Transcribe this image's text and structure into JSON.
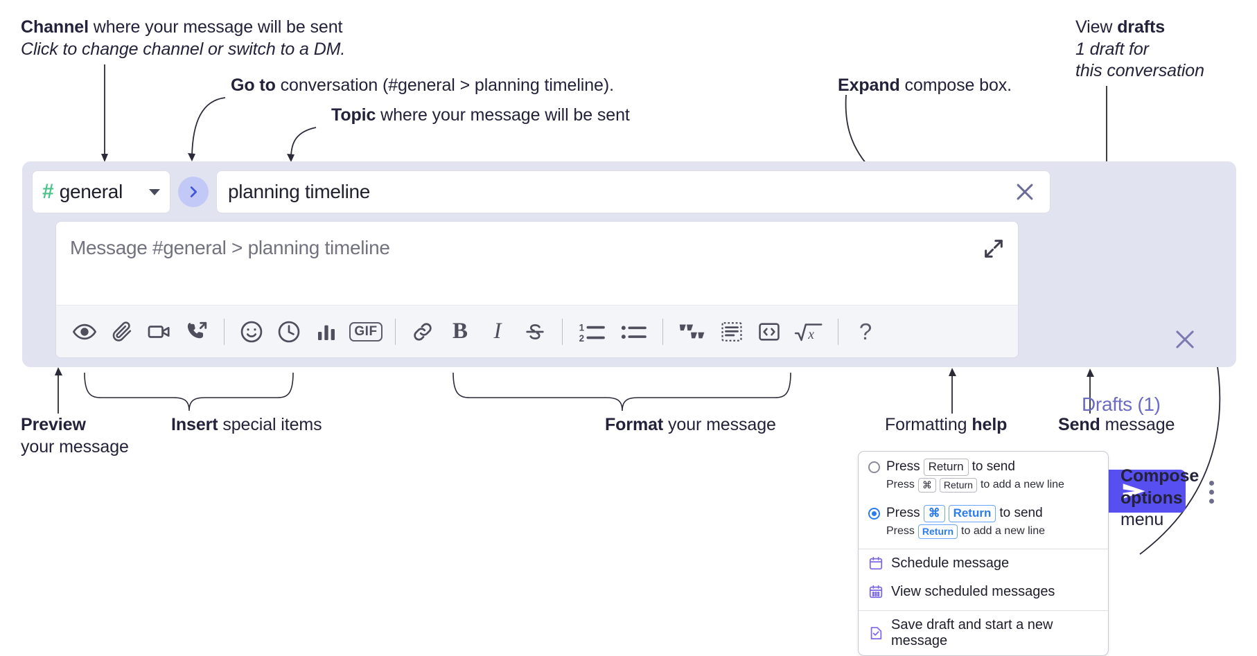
{
  "annotations": {
    "channel": {
      "bold": "Channel",
      "rest": " where your message will be sent",
      "italic": "Click to change channel or switch to a DM."
    },
    "goto": {
      "bold": "Go to",
      "rest": " conversation (#general > planning timeline)."
    },
    "topic": {
      "bold": "Topic",
      "rest": " where your message will be sent"
    },
    "expand": {
      "bold": "Expand",
      "rest": " compose box."
    },
    "drafts": {
      "plain": "View ",
      "bold": "drafts",
      "italic1": "1 draft for",
      "italic2": "this conversation"
    },
    "preview": {
      "bold": "Preview",
      "rest": "your message"
    },
    "insert": {
      "bold": "Insert",
      "rest": " special items"
    },
    "format": {
      "bold": "Format",
      "rest": " your message"
    },
    "help": {
      "plain": "Formatting ",
      "bold": "help"
    },
    "send": {
      "bold": "Send",
      "rest": " message"
    },
    "compose_menu": {
      "bold1": "Compose",
      "bold2": "options",
      "rest": "menu"
    }
  },
  "compose": {
    "channel_button": {
      "hash": "#",
      "name": "general"
    },
    "goto_button_label": "go-to-conversation",
    "topic_value": "planning timeline",
    "message_placeholder": "Message #general > planning timeline",
    "drafts_label": "Drafts (1)",
    "toolbar": [
      {
        "name": "preview-icon",
        "label": "Preview"
      },
      {
        "name": "attachment-icon",
        "label": "Attach file"
      },
      {
        "name": "video-icon",
        "label": "Record video clip"
      },
      {
        "name": "call-forward-icon",
        "label": "Start a call"
      },
      {
        "name": "separator",
        "label": ""
      },
      {
        "name": "emoji-icon",
        "label": "Emoji"
      },
      {
        "name": "clock-icon",
        "label": "Reminder"
      },
      {
        "name": "poll-icon",
        "label": "Poll"
      },
      {
        "name": "gif-icon",
        "label": "GIF"
      },
      {
        "name": "separator",
        "label": ""
      },
      {
        "name": "link-icon",
        "label": "Link"
      },
      {
        "name": "bold-icon",
        "label": "B"
      },
      {
        "name": "italic-icon",
        "label": "I"
      },
      {
        "name": "strikethrough-icon",
        "label": "S"
      },
      {
        "name": "separator",
        "label": ""
      },
      {
        "name": "ordered-list-icon",
        "label": "Ordered list"
      },
      {
        "name": "bullet-list-icon",
        "label": "Bulleted list"
      },
      {
        "name": "separator",
        "label": ""
      },
      {
        "name": "blockquote-icon",
        "label": "Blockquote"
      },
      {
        "name": "code-block-icon",
        "label": "Code block"
      },
      {
        "name": "inline-code-icon",
        "label": "Code"
      },
      {
        "name": "math-icon",
        "label": "Math"
      },
      {
        "name": "separator",
        "label": ""
      },
      {
        "name": "help-icon",
        "label": "?"
      }
    ]
  },
  "menu": {
    "option1": {
      "selected": false,
      "pre": "Press",
      "key": "Return",
      "post": "to send",
      "sub_pre": "Press",
      "sub_key1": "⌘",
      "sub_key2": "Return",
      "sub_post": "to add a new line"
    },
    "option2": {
      "selected": true,
      "pre": "Press",
      "key1": "⌘",
      "key2": "Return",
      "post": "to send",
      "sub_pre": "Press",
      "sub_key": "Return",
      "sub_post": "to add a new line"
    },
    "items": [
      {
        "icon": "calendar-icon",
        "label": "Schedule message"
      },
      {
        "icon": "calendar-grid-icon",
        "label": "View scheduled messages"
      },
      {
        "icon": "save-draft-icon",
        "label": "Save draft and start a new message"
      }
    ]
  },
  "colors": {
    "panel_bg": "#e2e3f0",
    "send_button": "#584ff0",
    "hash_green": "#4cc38a",
    "accent_blue": "#2b7cf0",
    "drafts_text": "#6b6bc4",
    "menu_icon_purple": "#7b68ee"
  }
}
